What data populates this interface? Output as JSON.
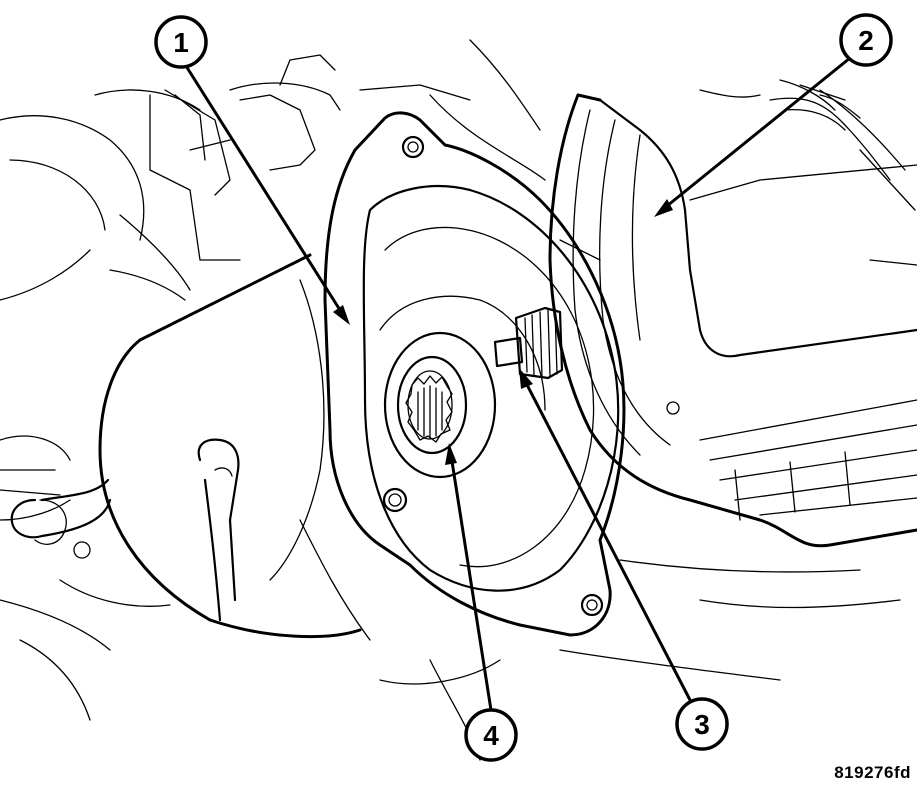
{
  "callouts": [
    {
      "label": "1"
    },
    {
      "label": "2"
    },
    {
      "label": "3"
    },
    {
      "label": "4"
    }
  ],
  "figure_id": "819276fd"
}
